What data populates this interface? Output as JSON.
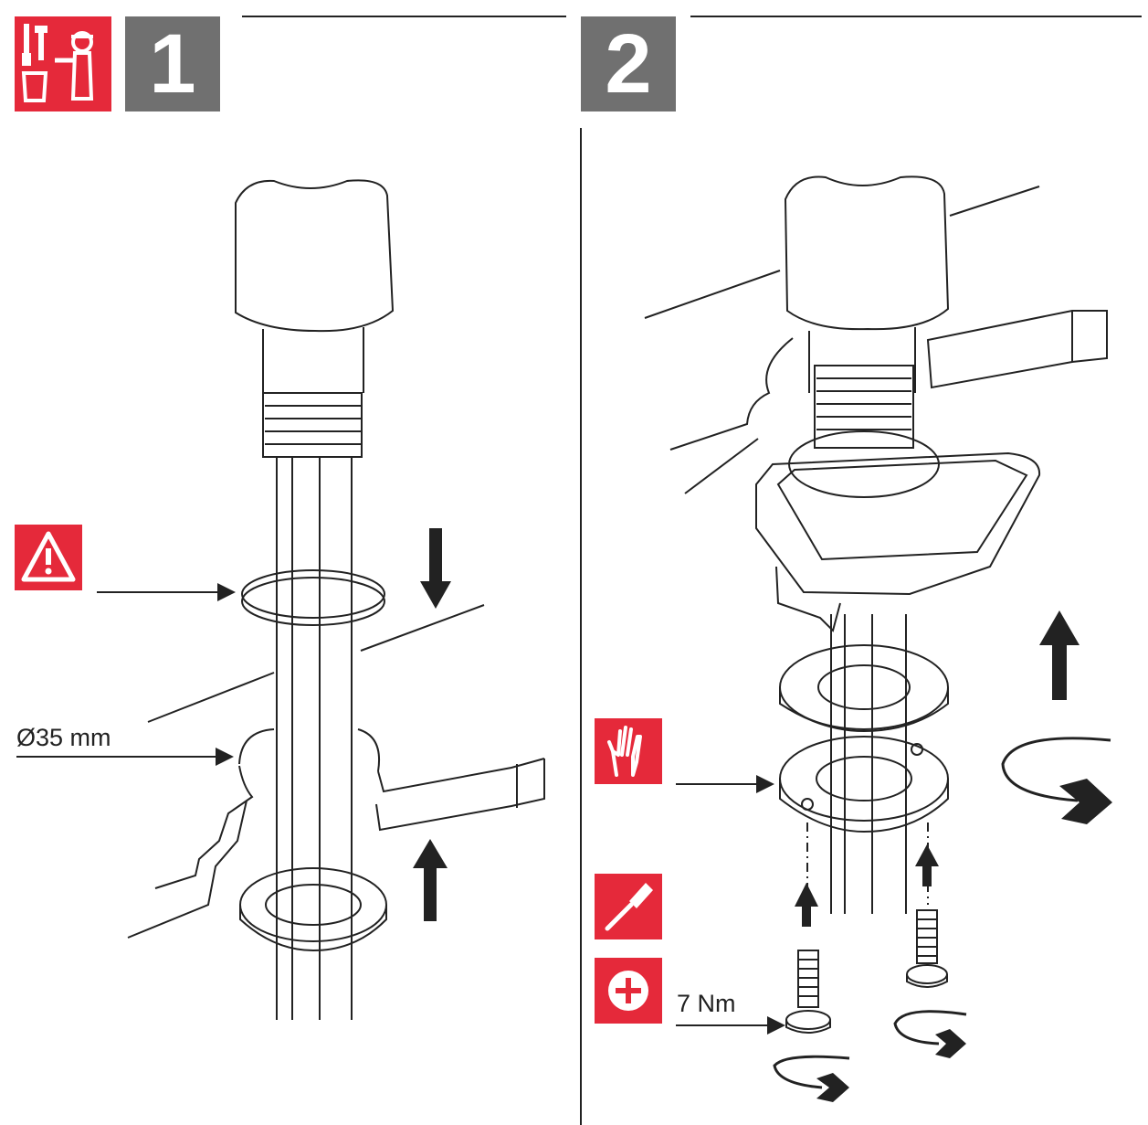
{
  "steps": [
    {
      "number": "1",
      "callouts": [
        {
          "text": "Ø35 mm"
        }
      ]
    },
    {
      "number": "2",
      "callouts": [
        {
          "text": "7 Nm"
        }
      ]
    }
  ],
  "icons": {
    "step1_header": "tools-and-worker-icon",
    "warning": "warning-triangle-icon",
    "hand": "hand-icon",
    "screwdriver": "screwdriver-icon",
    "phillips": "phillips-screw-icon"
  },
  "colors": {
    "accent": "#e5293a",
    "step_box": "#707070",
    "line": "#222222"
  }
}
